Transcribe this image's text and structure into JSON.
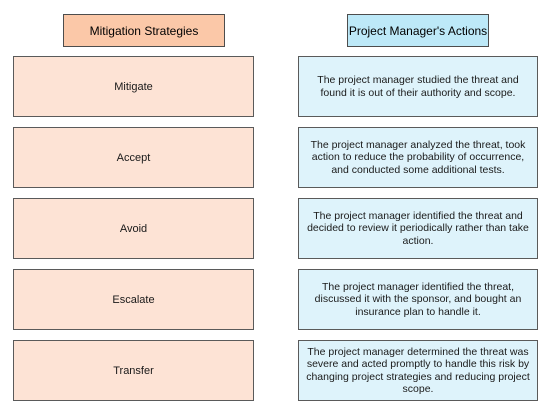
{
  "headers": {
    "left": "Mitigation Strategies",
    "right": "Project Manager's Actions"
  },
  "strategies": [
    "Mitigate",
    "Accept",
    "Avoid",
    "Escalate",
    "Transfer"
  ],
  "actions": [
    "The project manager studied the threat and found it is out of their authority and scope.",
    "The project manager analyzed the threat, took action to reduce the probability of occurrence, and conducted some additional tests.",
    "The project manager identified the threat and decided to review it periodically rather than take action.",
    "The project manager identified the threat, discussed it with the sponsor, and bought an insurance plan to handle it.",
    "The project manager determined the threat was severe and acted promptly to handle this risk by changing project strategies and reducing project scope."
  ],
  "colors": {
    "left_header": "#fbc8a8",
    "right_header": "#bde9f8",
    "left_item": "#fde3d5",
    "right_item": "#def3fb"
  }
}
